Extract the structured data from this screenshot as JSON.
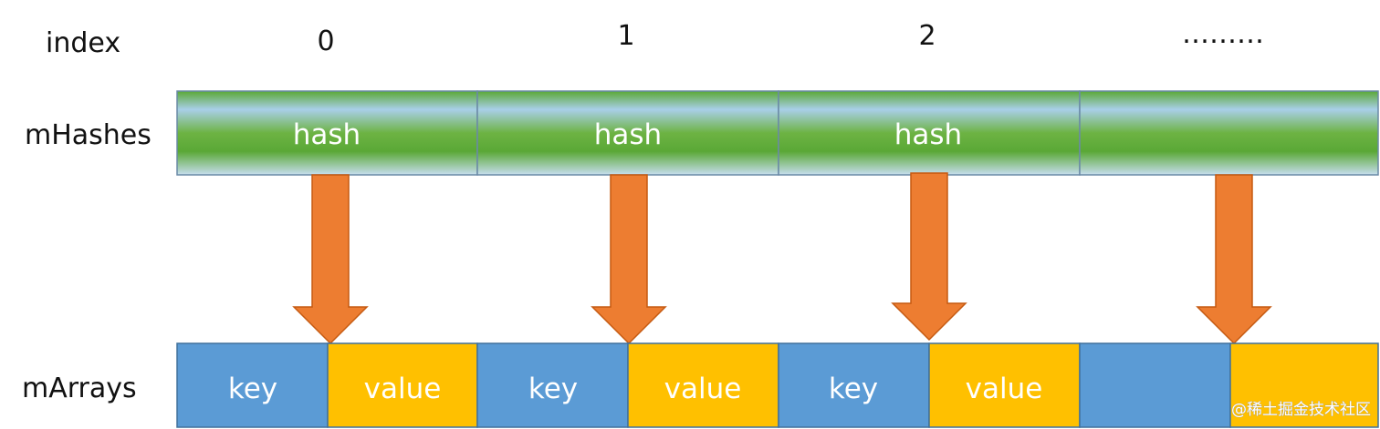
{
  "labels": {
    "index": "index",
    "hashes": "mHashes",
    "arrays": "mArrays"
  },
  "indices": [
    "0",
    "1",
    "2",
    "………"
  ],
  "hash_cells": [
    "hash",
    "hash",
    "hash",
    ""
  ],
  "array_pairs": [
    {
      "key": "key",
      "value": "value"
    },
    {
      "key": "key",
      "value": "value"
    },
    {
      "key": "key",
      "value": "value"
    },
    {
      "key": "",
      "value": ""
    }
  ],
  "watermark": "@稀土掘金技术社区",
  "colors": {
    "hash_green": "#5fa83c",
    "hash_blue": "#bcd6ec",
    "arrow_orange": "#ed7d31",
    "key_blue": "#5b9bd5",
    "value_gold": "#ffc000",
    "cell_border": "#41719c"
  }
}
